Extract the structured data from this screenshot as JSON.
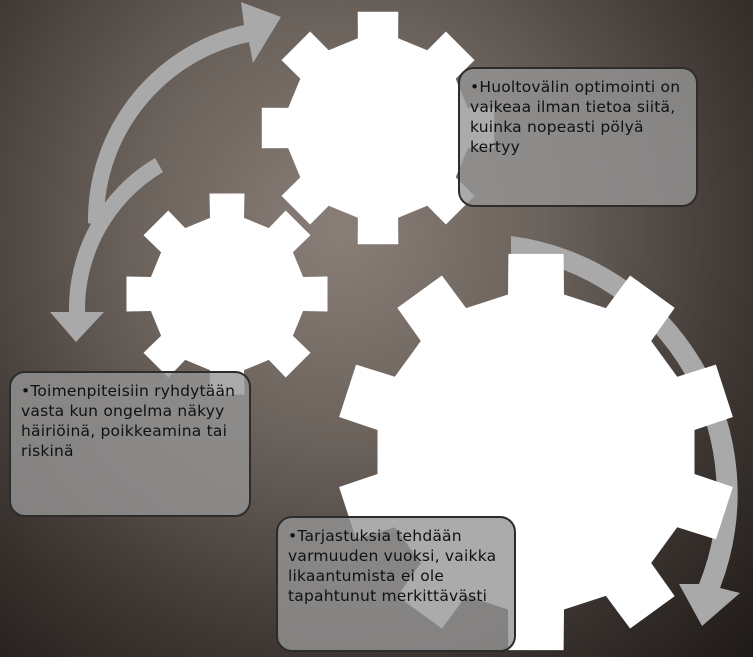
{
  "boxes": {
    "top": "•Huoltovälin optimointi on vaikeaa ilman tietoa siitä, kuinka nopeasti pölyä kertyy",
    "left": "•Toimenpiteisiin ryhdytään vasta kun ongelma näkyy häiriöinä, poikkeamina tai riskinä",
    "bottom": "•Tarjastuksia tehdään varmuuden vuoksi, vaikka likaantumista ei ole tapahtunut merkittävästi"
  },
  "colors": {
    "gear_fill": "#ffffff",
    "arrow_fill": "#a9a9a9",
    "box_fill": "#969696",
    "box_border": "#2c2c2c"
  }
}
